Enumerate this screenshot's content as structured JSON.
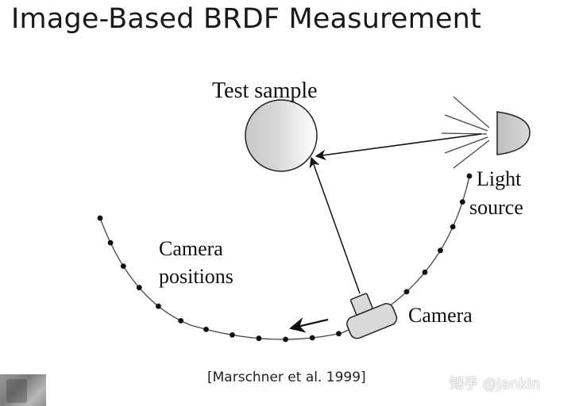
{
  "slide": {
    "title": "Image-Based BRDF Measurement",
    "citation": "[Marschner et al. 1999]",
    "watermark": "知乎 @Jankin"
  },
  "diagram": {
    "labels": {
      "test_sample": "Test sample",
      "light_line1": "Light",
      "light_line2": "source",
      "camera_positions_line1": "Camera",
      "camera_positions_line2": "positions",
      "camera": "Camera"
    },
    "camera_position_dot_count": 20
  }
}
